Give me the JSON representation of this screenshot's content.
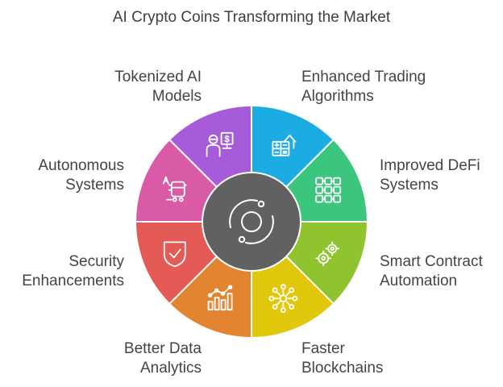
{
  "title": "AI Crypto Coins Transforming the Market",
  "segments": [
    {
      "line1": "Enhanced Trading",
      "line2": "Algorithms",
      "color": "#1aace3",
      "icon": "calculator-house-icon"
    },
    {
      "line1": "Improved DeFi",
      "line2": "Systems",
      "color": "#3cc57c",
      "icon": "grid-network-icon"
    },
    {
      "line1": "Smart Contract",
      "line2": "Automation",
      "color": "#8fc42f",
      "icon": "gears-icon"
    },
    {
      "line1": "Faster",
      "line2": "Blockchains",
      "color": "#e2c80c",
      "icon": "node-network-icon"
    },
    {
      "line1": "Better Data",
      "line2": "Analytics",
      "color": "#e38430",
      "icon": "bar-chart-icon"
    },
    {
      "line1": "Security",
      "line2": "Enhancements",
      "color": "#e35a57",
      "icon": "shield-check-icon"
    },
    {
      "line1": "Autonomous",
      "line2": "Systems",
      "color": "#d95ba6",
      "icon": "robot-vehicle-icon"
    },
    {
      "line1": "Tokenized AI",
      "line2": "Models",
      "color": "#a65bd9",
      "icon": "person-dollar-icon"
    }
  ],
  "center": {
    "color": "#616161",
    "icon": "cycle-orbit-icon"
  }
}
